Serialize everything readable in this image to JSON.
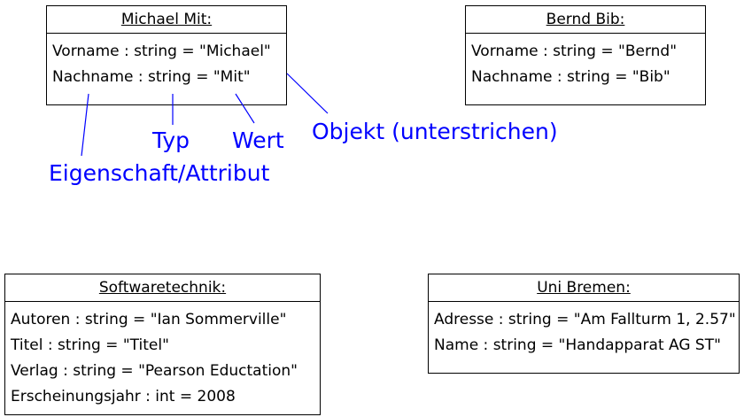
{
  "objects": [
    {
      "title": "Michael Mit:",
      "attributes": [
        "Vorname : string = \"Michael\"",
        "Nachname : string = \"Mit\""
      ]
    },
    {
      "title": "Bernd Bib:",
      "attributes": [
        "Vorname : string = \"Bernd\"",
        "Nachname : string = \"Bib\""
      ]
    },
    {
      "title": "Softwaretechnik:",
      "attributes": [
        "Autoren : string = \"Ian Sommerville\"",
        "Titel : string = \"Titel\"",
        "Verlag : string = \"Pearson Eductation\"",
        "Erscheinungsjahr : int = 2008"
      ]
    },
    {
      "title": "Uni Bremen:",
      "attributes": [
        "Adresse : string = \"Am Fallturm 1, 2.57\"",
        "Name : string = \"Handapparat AG ST\""
      ]
    }
  ],
  "annotations": {
    "attribute": "Eigenschaft/Attribut",
    "type": "Typ",
    "value": "Wert",
    "object": "Objekt (unterstrichen)"
  },
  "colors": {
    "annotation": "#0000ff",
    "border": "#000000"
  }
}
